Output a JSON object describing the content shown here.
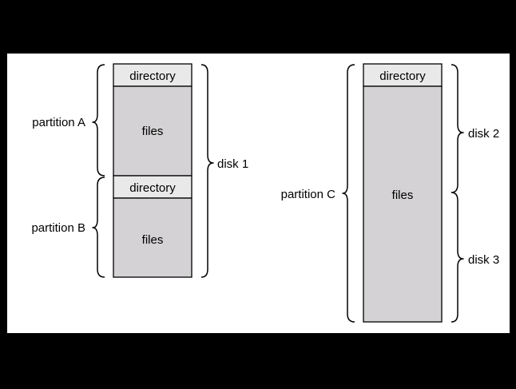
{
  "disk1": {
    "partition_a": {
      "label": "partition A",
      "directory": "directory",
      "files": "files"
    },
    "partition_b": {
      "label": "partition B",
      "directory": "directory",
      "files": "files"
    },
    "disk_label": "disk 1"
  },
  "partition_c": {
    "label": "partition C",
    "directory": "directory",
    "files": "files",
    "disk2_label": "disk 2",
    "disk3_label": "disk 3"
  }
}
